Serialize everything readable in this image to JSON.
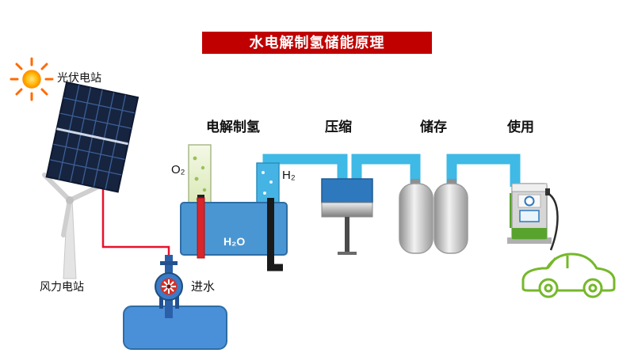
{
  "banner": {
    "title": "水电解制氢储能原理"
  },
  "sources": {
    "pv": "光伏电站",
    "wind": "风力电站"
  },
  "stages": {
    "electrolysis": "电解制氢",
    "compression": "压缩",
    "storage": "储存",
    "use": "使用"
  },
  "substances": {
    "o2": "O₂",
    "h2": "H₂",
    "h2o": "H₂O",
    "water_inlet": "进水"
  },
  "colors": {
    "banner_red": "#C00000",
    "pipe_blue": "#3FB9E5",
    "electrolyzer_blue": "#4A96D2",
    "wire_red": "#E8112D",
    "car_green": "#76B82A"
  }
}
